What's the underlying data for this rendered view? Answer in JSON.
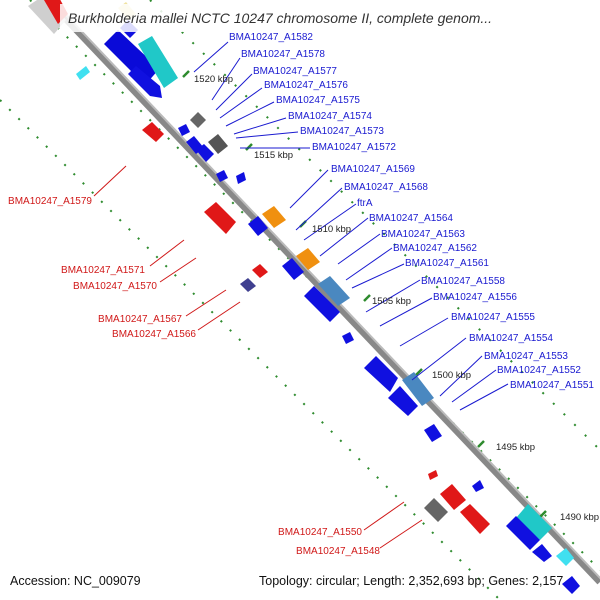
{
  "title": "Burkholderia mallei NCTC 10247 chromosome II, complete genom...",
  "footer": {
    "accession": "Accession: NC_009079",
    "summary": "Topology: circular; Length: 2,352,693 bp; Genes: 2,157"
  },
  "colors": {
    "backbone": "#888888",
    "tick": "#2e8b2e",
    "gene_label_right": "#1a1ad0",
    "gene_label_left": "#d01818",
    "kbp_label": "#222222"
  },
  "kbp_labels": [
    "1520 kbp",
    "1515 kbp",
    "1510 kbp",
    "1505 kbp",
    "1500 kbp",
    "1495 kbp",
    "1490 kbp"
  ],
  "genes_right": [
    "BMA10247_A1582",
    "BMA10247_A1578",
    "BMA10247_A1577",
    "BMA10247_A1576",
    "BMA10247_A1575",
    "BMA10247_A1574",
    "BMA10247_A1573",
    "BMA10247_A1572",
    "BMA10247_A1569",
    "BMA10247_A1568",
    "ftrA",
    "BMA10247_A1564",
    "BMA10247_A1563",
    "BMA10247_A1562",
    "BMA10247_A1561",
    "BMA10247_A1558",
    "BMA10247_A1556",
    "BMA10247_A1555",
    "BMA10247_A1554",
    "BMA10247_A1553",
    "BMA10247_A1552",
    "BMA10247_A1551"
  ],
  "genes_left": [
    "BMA10247_A1579",
    "BMA10247_A1571",
    "BMA10247_A1570",
    "BMA10247_A1567",
    "BMA10247_A1566",
    "BMA10247_A1550",
    "BMA10247_A1548"
  ]
}
